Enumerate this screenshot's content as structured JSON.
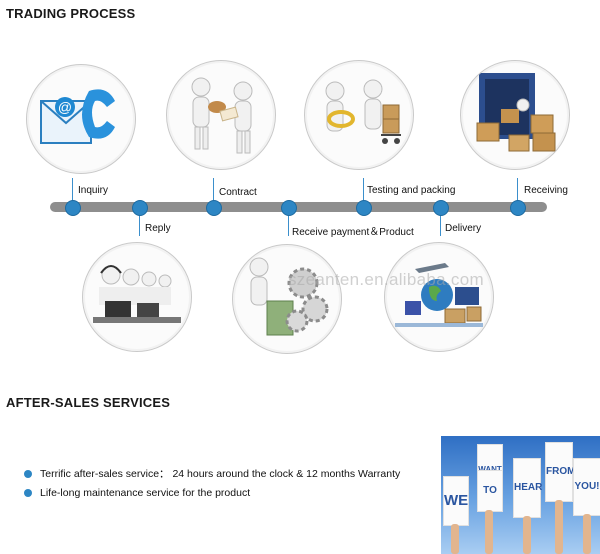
{
  "headings": {
    "trading": "TRADING  PROCESS",
    "after_sales": "AFTER-SALES SERVICES"
  },
  "steps": {
    "inquiry": "Inquiry",
    "reply": "Reply",
    "contract": "Contract",
    "payment": "Receive payment＆Product",
    "testing": "Testing and packing",
    "delivery": "Delivery",
    "receiving": "Receiving"
  },
  "watermark": "szeanten.en.alibaba.com",
  "services": [
    "Terrific after-sales service： 24 hours around the clock & 12 months Warranty",
    "Life-long maintenance service for the product"
  ],
  "photo_signs": [
    "WE",
    "WANT",
    "TO",
    "HEAR",
    "FROM",
    "YOU!"
  ],
  "colors": {
    "accent": "#2d86c4",
    "timeline": "#8e8e8e"
  },
  "icons": [
    "email-phone-icon",
    "handshake-figures-icon",
    "testing-packing-figures-icon",
    "container-boxes-icon",
    "call-center-figures-icon",
    "money-gears-icon",
    "delivery-globe-icon"
  ]
}
